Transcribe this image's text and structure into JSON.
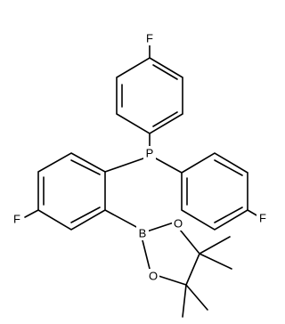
{
  "structure": {
    "atoms": {
      "f_top": "F",
      "p": "P",
      "f_right": "F",
      "f_left": "F",
      "b": "B",
      "o_upper": "O",
      "o_lower": "O"
    }
  }
}
